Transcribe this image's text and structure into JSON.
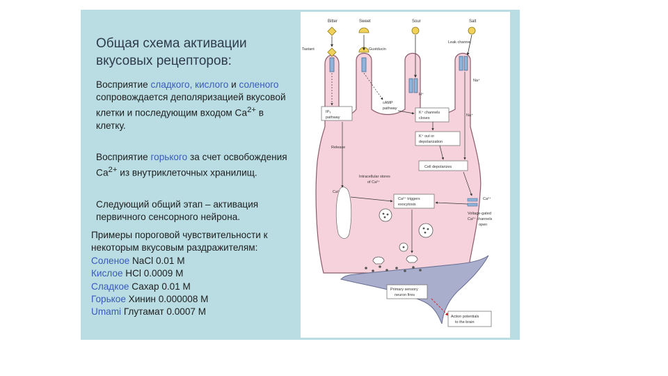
{
  "title": "Общая схема активации вкусовых рецепторов:",
  "para1": {
    "part1": "Восприятие ",
    "sweet": "сладкого",
    "sep1": ", ",
    "sour": "кислого",
    "sep2": " и ",
    "salty": "соленого",
    "part2": " сопровождается деполяризацией вкусовой клетки и последующим входом Са",
    "sup": "2+",
    "part3": " в клетку."
  },
  "para2": {
    "part1": "Восприятие ",
    "bitter": "горького",
    "part2": " за счет освобождения Са",
    "sup": "2+",
    "part3": " из внутриклеточных хранилищ."
  },
  "para3": "Следующий общий этап – активация первичного сенсорного нейрона.",
  "examples": {
    "heading": "Примеры пороговой чувствительности к некоторым вкусовым раздражителям:",
    "rows": [
      {
        "taste": "Соленое",
        "value": " NaCl 0.01 M"
      },
      {
        "taste": "Кислое",
        "value": "  HCl 0.0009 M"
      },
      {
        "taste": "Сладкое",
        "value": " Сахар 0.01 M"
      },
      {
        "taste": "Горькое",
        "value": " Хинин 0.000008 M"
      },
      {
        "taste": "Umami",
        "value": " Глутамат 0.0007 M"
      }
    ]
  },
  "diagram": {
    "stimuli": [
      "Bitter",
      "Sweet",
      "Sour",
      "Salt"
    ],
    "labels": {
      "tastant": "Tastant",
      "gustducin": "Gustducin",
      "leak_channel": "Leak channel",
      "h_plus": "H⁺",
      "na_plus": "Na⁺",
      "ip3": "IP₃",
      "pathway": "pathway",
      "camp": "cAMP",
      "camp_pathway": "pathway",
      "k_channels": "K⁺ channels",
      "closes": "closes",
      "k_out": "K⁺ out or",
      "depolarization": "depolarization",
      "cell_depolarizes": "Cell depolarizes",
      "na_in": "Na⁺",
      "release": "Release",
      "ca_release": "Ca²⁺",
      "stores_1": "Intracellular stores",
      "stores_2": "of Ca²⁺",
      "ca_triggers_1": "Ca²⁺ triggers",
      "ca_triggers_2": "exocytosis",
      "ca_ext": "Ca²⁺",
      "vg_1": "Voltage-gated",
      "vg_2": "Ca²⁺ channels",
      "vg_3": "open",
      "neuron_1": "Primary sensory",
      "neuron_2": "neuron fires",
      "ap_1": "Action potentials",
      "ap_2": "to the brain"
    }
  },
  "colors": {
    "slide_bg": "#b9dde3",
    "title": "#2f3b4a",
    "highlight": "#3a5bb8",
    "cell_fill": "#f6d3dc",
    "cell_stroke": "#8a5a6a",
    "neuron_fill": "#a9aecd"
  }
}
